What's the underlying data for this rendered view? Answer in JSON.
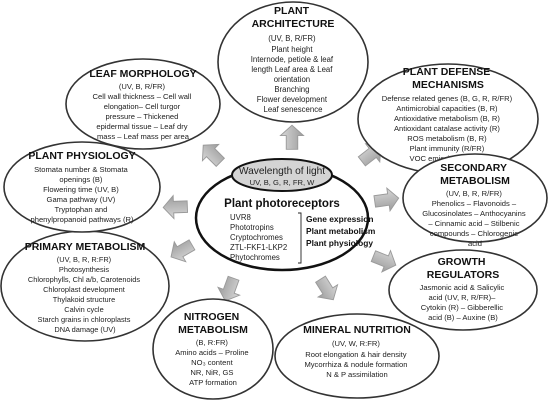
{
  "center": {
    "top_label": "Wavelength of light",
    "top_sub": "UV, B, G, R, FR, W",
    "title": "Plant photoreceptors",
    "receptors": [
      "UVR8",
      "Phototropins",
      "Cryptochromes",
      "ZTL-FKF1-LKP2",
      "Phytochromes"
    ],
    "outcomes": [
      "Gene expression",
      "Plant metabolism",
      "Plant physiology"
    ]
  },
  "bubbles": [
    {
      "id": "plant-architecture",
      "title": [
        "PLANT",
        "ARCHITECTURE"
      ],
      "lines": [
        "(UV, B, R/FR)",
        "Plant height",
        "Internode, petiole & leaf",
        "length Leaf area & Leaf",
        "orientation",
        "Branching",
        "Flower development",
        "Leaf senescence"
      ]
    },
    {
      "id": "plant-defense",
      "title": [
        "PLANT DEFENSE",
        "MECHANISMS"
      ],
      "lines": [
        "Defense related genes (B, G, R, R/FR)",
        "Antimicrobial capacities (B, R)",
        "Antioxidative metabolism (B, R)",
        "Antioxidant catalase activity (R)",
        "ROS metabolism (B, R)",
        "Plant immunity (R/FR)",
        "VOC emission (UV, W)"
      ]
    },
    {
      "id": "secondary-metabolism",
      "title": [
        "SECONDARY",
        "METABOLISM"
      ],
      "lines": [
        "(UV, B, R, R/FR)",
        "Phenolics – Flavonoids –",
        "Glucosinolates – Anthocyanins",
        "– Cinnamic acid – Stilbenic",
        "compounds – Chlorogenic",
        "acid"
      ]
    },
    {
      "id": "growth-regulators",
      "title": [
        "GROWTH",
        "REGULATORS"
      ],
      "lines": [
        "Jasmonic acid & Salicylic",
        "acid (UV, R, R/FR)–",
        "Cytokin (R) – Gibberellic",
        "acid (B) – Auxine (B)"
      ]
    },
    {
      "id": "mineral-nutrition",
      "title": [
        "MINERAL NUTRITION"
      ],
      "lines": [
        "(UV, W, R:FR)",
        "Root elongation & hair density",
        "Mycorrhiza & nodule formation",
        "N & P assimilation"
      ]
    },
    {
      "id": "nitrogen-metabolism",
      "title": [
        "NITROGEN",
        "METABOLISM"
      ],
      "lines": [
        "(B, R:FR)",
        "Amino acids – Proline",
        "NO₃ content",
        "NR, NiR, GS",
        "ATP formation"
      ]
    },
    {
      "id": "primary-metabolism",
      "title": [
        "PRIMARY METABOLISM"
      ],
      "lines": [
        "(UV, B, R, R:FR)",
        "Photosynthesis",
        "Chlorophylls, Chl a/b, Carotenoids",
        "Chloroplast development",
        "Thylakoid structure",
        "Calvin cycle",
        "Starch grains in chloroplasts",
        "DNA damage (UV)"
      ]
    },
    {
      "id": "plant-physiology",
      "title": [
        "PLANT PHYSIOLOGY"
      ],
      "lines": [
        "Stomata number & Stomata",
        "openings (B)",
        "Flowering time (UV, B)",
        "Gama pathway (UV)",
        "Tryptophan and",
        "phenylpropanoid pathways (R)"
      ]
    },
    {
      "id": "leaf-morphology",
      "title": [
        "LEAF MORPHOLOGY"
      ],
      "lines": [
        "(UV, B, R/FR)",
        "Cell wall thickness – Cell wall",
        "elongation– Cell turgor",
        "pressure – Thickened",
        "epidermal tissue – Leaf dry",
        "mass – Leaf mass per area"
      ]
    }
  ]
}
